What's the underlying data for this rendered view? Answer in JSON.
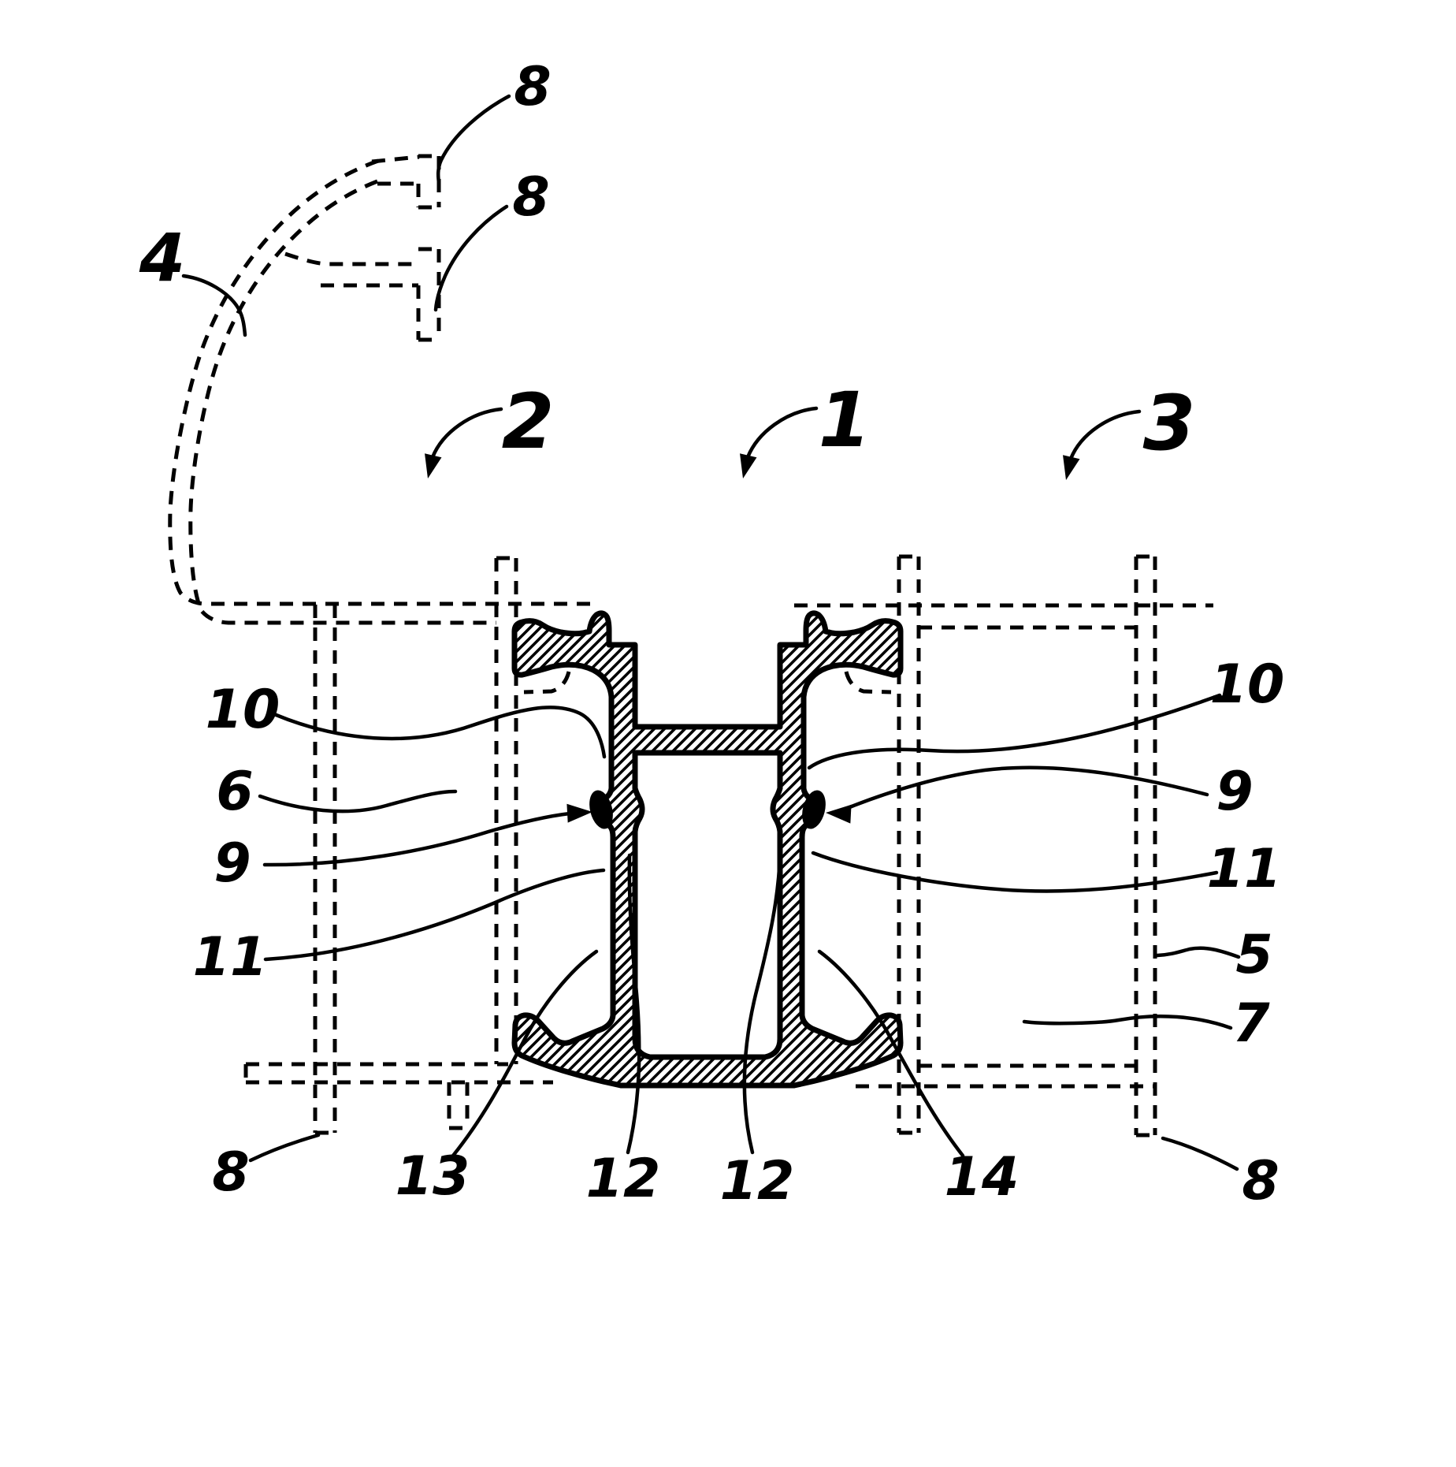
{
  "figure": {
    "kind": "patent cross-section drawing",
    "background": "#ffffff",
    "ink": "#000000",
    "labels": {
      "l8a": "8",
      "l8b": "8",
      "l4": "4",
      "l2": "2",
      "l1": "1",
      "l3": "3",
      "l10L": "10",
      "l10R": "10",
      "l6": "6",
      "l9R": "9",
      "l9L": "9",
      "l11R": "11",
      "l11L": "11",
      "l5": "5",
      "l7": "7",
      "l8c": "8",
      "l13": "13",
      "l12L": "12",
      "l12R": "12",
      "l14": "14",
      "l8d": "8"
    }
  }
}
